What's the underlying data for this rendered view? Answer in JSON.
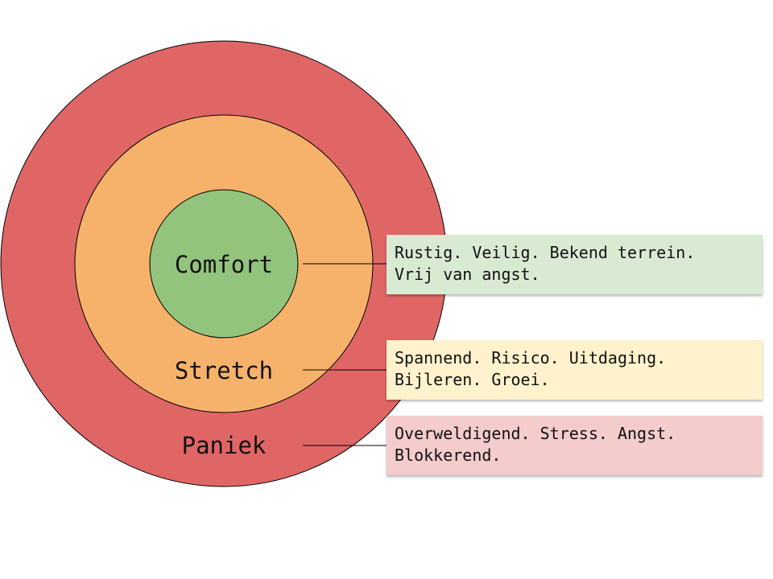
{
  "zones": [
    {
      "id": "panic",
      "label": "Paniek",
      "color": "#e06666",
      "box_color": "#f4cccc",
      "description": [
        "Overweldigend. Stress. Angst.",
        "Blokkerend."
      ]
    },
    {
      "id": "stretch",
      "label": "Stretch",
      "color": "#f6b26b",
      "box_color": "#fff2cc",
      "description": [
        "Spannend. Risico. Uitdaging.",
        "Bijleren. Groei."
      ]
    },
    {
      "id": "comfort",
      "label": "Comfort",
      "color": "#93c47d",
      "box_color": "#d9ead3",
      "description": [
        "Rustig. Veilig. Bekend terrein.",
        "Vrij van angst."
      ]
    }
  ]
}
